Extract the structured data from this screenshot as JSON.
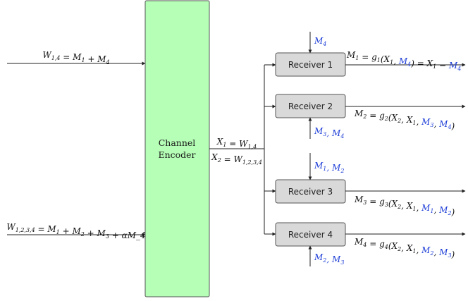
{
  "colors": {
    "encoder_fill": "#b5ffb6",
    "receiver_fill": "#d9d9d9",
    "side_info": "#1f3fd7",
    "line": "#222222"
  },
  "inputs": {
    "top_label": "W_{1,4} = M_1 + M_4",
    "bottom_label": "W_{1,2,3,4} = M_1 + M_2 + M_3 + αM_4"
  },
  "encoder": {
    "line1": "Channel",
    "line2": "Encoder"
  },
  "outputs": {
    "x1": "X_1 = W_{1,4}",
    "x2": "X_2 = W_{1,2,3,4}"
  },
  "receivers": [
    {
      "label": "Receiver 1",
      "side_info": "M_4",
      "decoder": "M_1 = g_1(X_1, M_4) = X_1 − M_4"
    },
    {
      "label": "Receiver 2",
      "side_info": "M_3, M_4",
      "decoder": "M_2 = g_2(X_2, X_1, M_3, M_4)"
    },
    {
      "label": "Receiver 3",
      "side_info": "M_1, M_2",
      "decoder": "M_3 = g_3(X_2, X_1, M_1, M_2)"
    },
    {
      "label": "Receiver 4",
      "side_info": "M_2, M_3",
      "decoder": "M_4 = g_4(X_2, X_1, M_2, M_3)"
    }
  ]
}
